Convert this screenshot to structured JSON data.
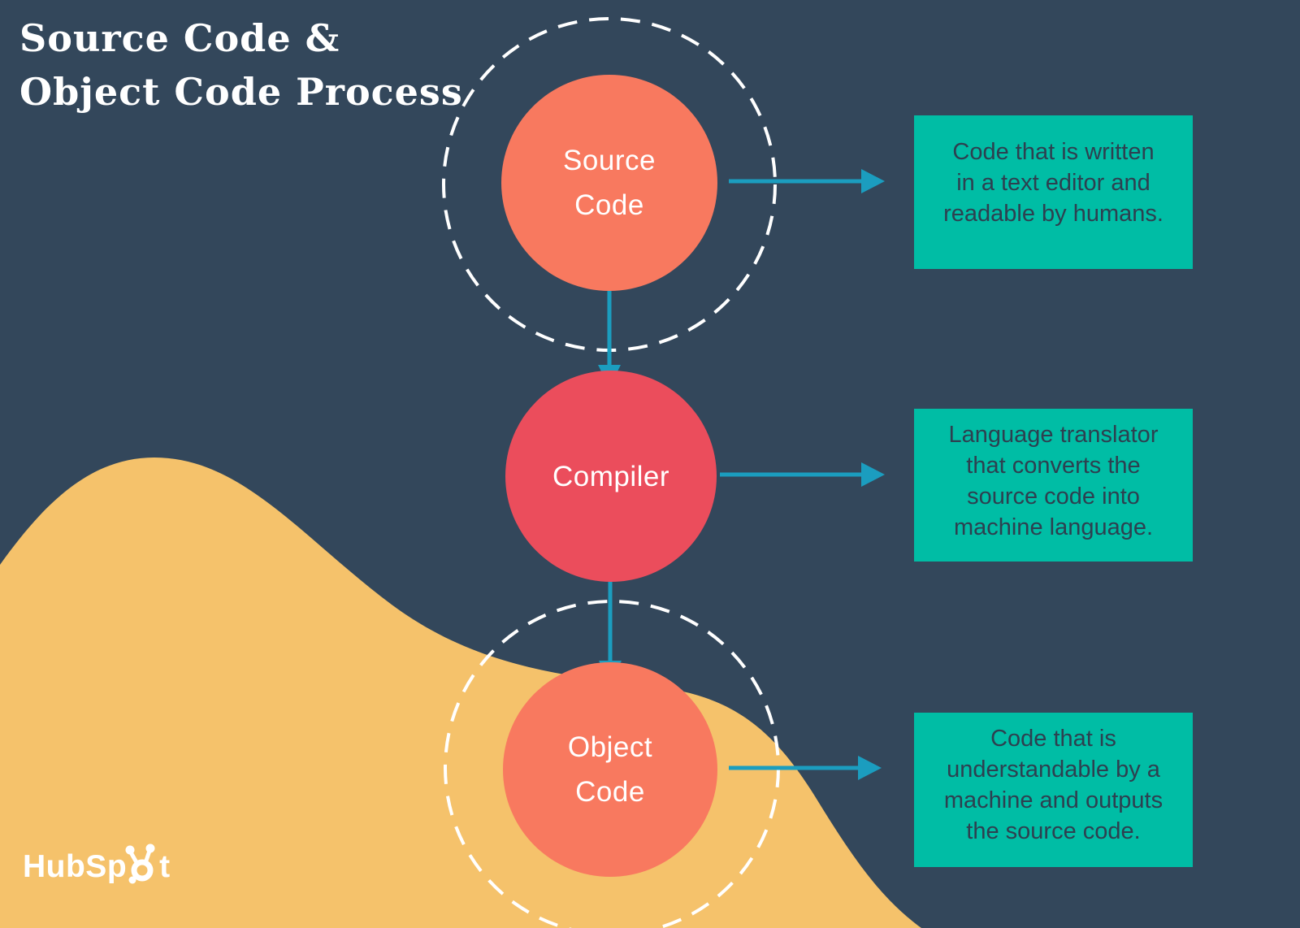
{
  "title": "Source Code &\nObject Code Process",
  "flow": {
    "nodes": [
      {
        "id": "source-code",
        "label": "Source\nCode",
        "description": "Code that is written\nin a text editor and\nreadable by humans.",
        "has_dashed_ring": true
      },
      {
        "id": "compiler",
        "label": "Compiler",
        "description": "Language translator\nthat converts the\nsource code into\nmachine language.",
        "has_dashed_ring": false
      },
      {
        "id": "object-code",
        "label": "Object\nCode",
        "description": "Code that is\nunderstandable by a\nmachine and outputs\nthe source code.",
        "has_dashed_ring": true
      }
    ]
  },
  "logo": {
    "name": "HubSpot",
    "text_before_sprocket": "HubSp",
    "text_after_sprocket": "t"
  },
  "colors": {
    "background": "#33475b",
    "wave": "#f5c26b",
    "node_orange": "#f8795f",
    "node_red": "#eb4d5c",
    "description_box": "#00bda5",
    "description_text": "#2d4050",
    "arrow": "#1b9dbf",
    "ring_dash": "#ffffff",
    "title_text": "#ffffff",
    "logo_text": "#ffffff"
  }
}
